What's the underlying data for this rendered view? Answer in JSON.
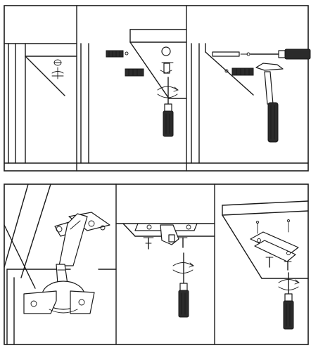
{
  "figure": {
    "panels_top": [
      "step-1",
      "step-2",
      "step-3"
    ],
    "panels_bottom": [
      "step-4",
      "step-5",
      "step-6"
    ],
    "colors": {
      "line": "#1a1a1a",
      "paper": "#ffffff",
      "fill_dark": "#2b2b2b",
      "fill_mid": "#6d6d6d"
    },
    "icons": [
      "screwdriver-icon",
      "hammer-icon",
      "screw-icon",
      "dowel-icon",
      "hinge-icon",
      "mounting-plate-icon",
      "rotation-arrow-icon"
    ]
  }
}
